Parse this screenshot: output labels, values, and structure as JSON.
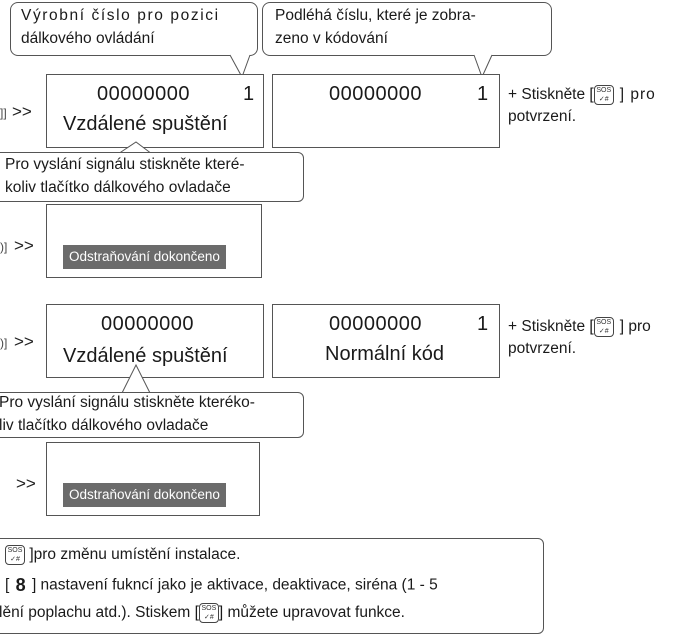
{
  "callout_top_left": [
    "Výrobní číslo pro pozici",
    "dálkového ovládání"
  ],
  "callout_top_right": [
    "Podléhá číslu, které je zobra-",
    "zeno v kódování"
  ],
  "section1": {
    "screen1": {
      "code": "00000000",
      "index": "1",
      "label": "Vzdálené spuštění"
    },
    "screen2": {
      "code": "00000000",
      "index": "1"
    },
    "confirm": [
      "+ Stiskněte [",
      "] pro",
      "potvrzení."
    ],
    "callout": [
      "Pro vyslání signálu stiskněte které-",
      "koliv tlačítko dálkového ovladače"
    ],
    "result": "Odstraňování dokončeno"
  },
  "section2": {
    "screen1": {
      "code": "00000000",
      "label": "Vzdálené spuštění"
    },
    "screen2": {
      "code": "00000000",
      "index": "1",
      "label": "Normální kód"
    },
    "confirm": [
      "+ Stiskněte [",
      "] pro",
      "potvrzení."
    ],
    "callout": [
      "Pro vyslání signálu stiskněte kteréko-",
      "liv tlačítko dálkového ovladače"
    ],
    "result": "Odstraňování dokončeno"
  },
  "footer": {
    "line1": "]pro změnu umístění instalace.",
    "line2_a": "[",
    "line2_b": "]  nastavení fukncí jako je aktivace, deaktivace, siréna (1 - 5",
    "line3_a": "lění poplachu atd.). Stiskem  [",
    "line3_b": "]  můžete upravovat funkce."
  },
  "icons": {
    "sos_button": "sos-hash-button-icon",
    "arrow": "double-chevron-right-icon",
    "remote": "remote-signal-icon",
    "scroll": "scroll-wheel-icon"
  }
}
